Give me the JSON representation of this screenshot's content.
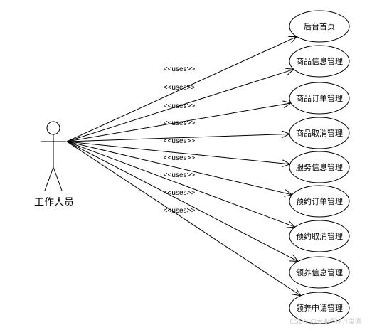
{
  "diagram": {
    "actor": {
      "label": "工作人员"
    },
    "relation_label": "<<uses>>",
    "use_cases": [
      {
        "label": "后台首页"
      },
      {
        "label": "商品信息管理"
      },
      {
        "label": "商品订单管理"
      },
      {
        "label": "商品取消管理"
      },
      {
        "label": "服务信息管理"
      },
      {
        "label": "预约订单管理"
      },
      {
        "label": "预约取消管理"
      },
      {
        "label": "领养信息管理"
      },
      {
        "label": "领养申请管理"
      }
    ]
  },
  "watermark": "CSDN @专业程序开发源"
}
